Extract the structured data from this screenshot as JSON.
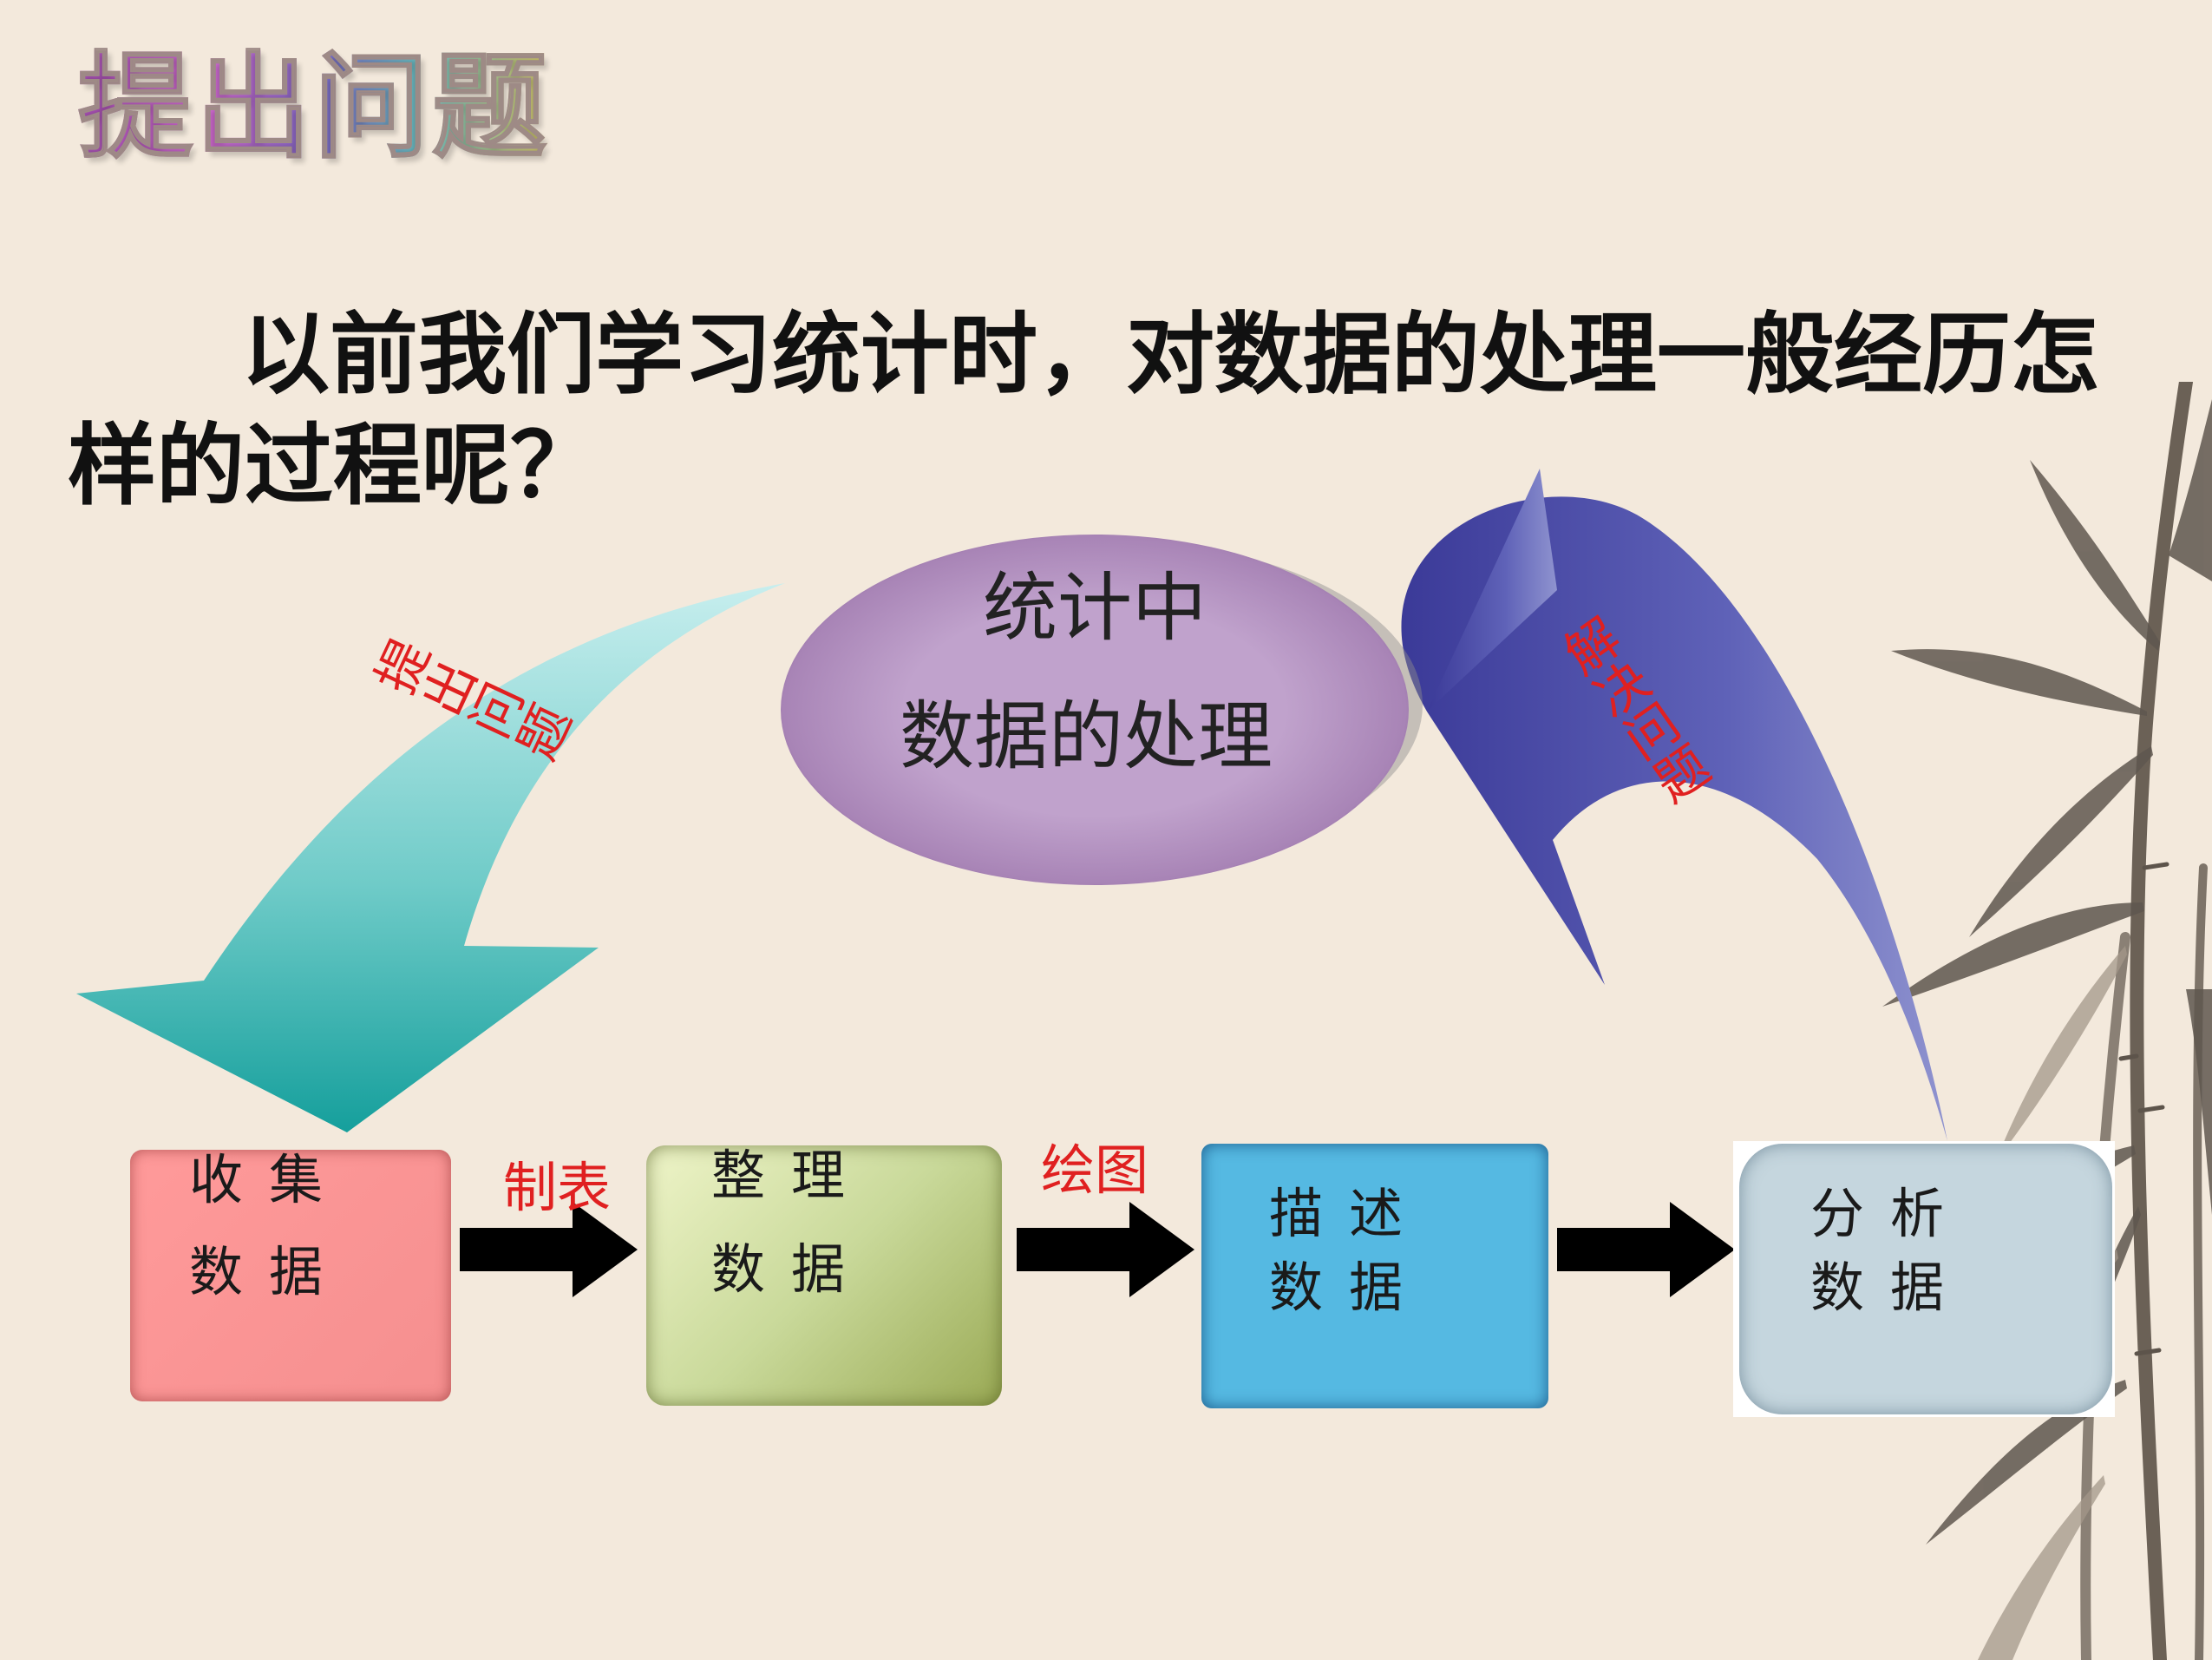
{
  "title": "提出问题",
  "question": "以前我们学习统计时，对数据的处理一般经历怎样的过程呢？",
  "center": {
    "line1": "统计中",
    "line2": "数据的处理"
  },
  "arrows": {
    "left": "提出问题",
    "right": "解决问题"
  },
  "steps": [
    {
      "line1": "收集",
      "line2": "数据"
    },
    {
      "line1": "整理",
      "line2": "数据"
    },
    {
      "line1": "描述",
      "line2": "数据"
    },
    {
      "line1": "分析",
      "line2": "数据"
    }
  ],
  "connectors": [
    {
      "label": "制表"
    },
    {
      "label": "绘图"
    },
    {
      "label": ""
    }
  ],
  "colors": {
    "ellipse": "#bc9dc9",
    "teal_arrow": "#2fb1ad",
    "blue_arrow": "#4d4fa8",
    "step1": "#ff9a9a",
    "step2": "#c9d99a",
    "step3": "#55b9e2",
    "step4": "#c5d6de",
    "label_red": "#e02020"
  },
  "icons": {
    "decoration": "bamboo-icon",
    "connector": "right-arrow-icon"
  }
}
